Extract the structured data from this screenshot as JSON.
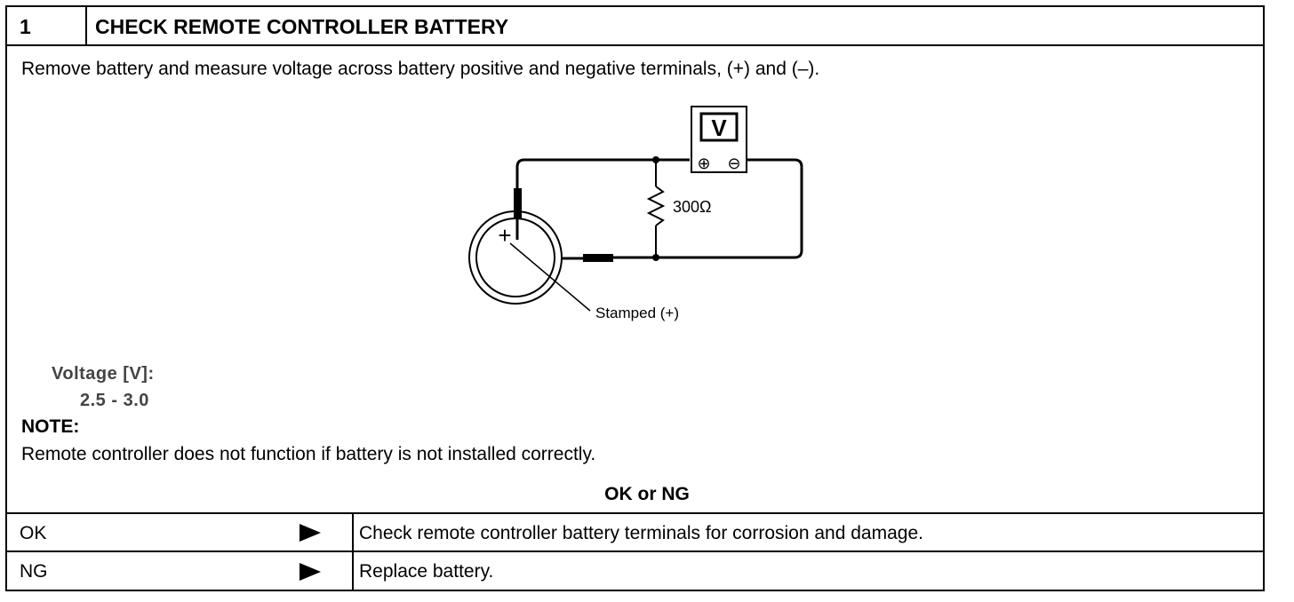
{
  "step": {
    "number": "1",
    "title": "CHECK REMOTE CONTROLLER BATTERY"
  },
  "instruction": "Remove battery and measure voltage across battery positive and negative terminals, (+) and (–).",
  "diagram": {
    "meter_label": "V",
    "meter_plus": "⊕",
    "meter_minus": "⊖",
    "battery_plus": "+",
    "resistor_label": "300Ω",
    "callout": "Stamped (+)"
  },
  "spec": {
    "label": "Voltage [V]:",
    "value": "2.5 - 3.0"
  },
  "note": {
    "heading": "NOTE:",
    "text": "Remote controller does not function if battery is not installed correctly."
  },
  "result": {
    "heading": "OK or NG",
    "rows": [
      {
        "label": "OK",
        "action": "Check remote controller battery terminals for corrosion and damage."
      },
      {
        "label": "NG",
        "action": "Replace battery."
      }
    ]
  }
}
